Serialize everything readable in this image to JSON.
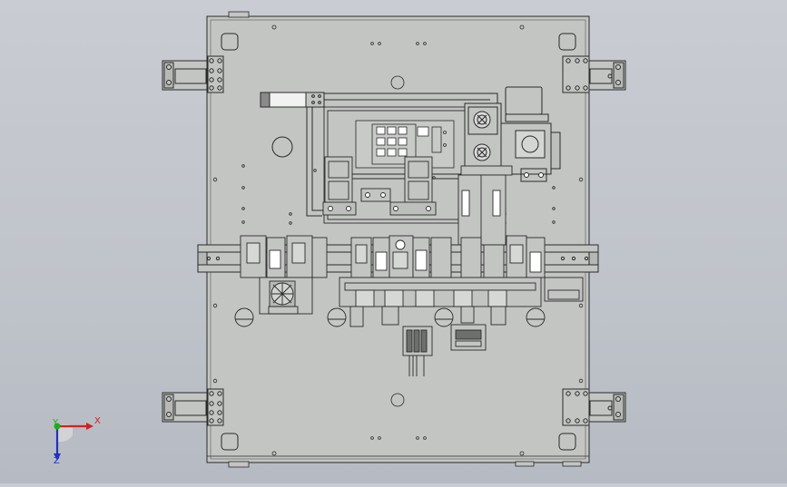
{
  "viewport": {
    "background_top": "#c9ccd2",
    "background_bottom": "#b6bac2",
    "plate_color": "#c3c5c3",
    "line_color": "#2a2a2a"
  },
  "triad": {
    "x_label": "X",
    "y_label": "Y",
    "z_label": "Z",
    "x_color": "#d42020",
    "y_color": "#18b018",
    "z_color": "#2030c8"
  },
  "icons": [
    "axis-triad-icon"
  ]
}
